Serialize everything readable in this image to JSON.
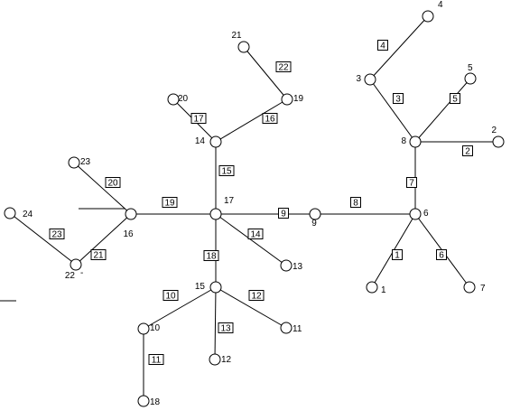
{
  "diagram": {
    "nodes": [
      {
        "id": "1",
        "label": "1"
      },
      {
        "id": "2",
        "label": "2"
      },
      {
        "id": "3",
        "label": "3"
      },
      {
        "id": "4",
        "label": "4"
      },
      {
        "id": "5",
        "label": "5"
      },
      {
        "id": "6",
        "label": "6"
      },
      {
        "id": "7",
        "label": "7"
      },
      {
        "id": "8",
        "label": "8"
      },
      {
        "id": "9",
        "label": "9"
      },
      {
        "id": "10",
        "label": "10"
      },
      {
        "id": "11",
        "label": "11"
      },
      {
        "id": "12",
        "label": "12"
      },
      {
        "id": "13",
        "label": "13"
      },
      {
        "id": "14",
        "label": "14"
      },
      {
        "id": "15",
        "label": "15"
      },
      {
        "id": "16",
        "label": "16"
      },
      {
        "id": "17",
        "label": "17"
      },
      {
        "id": "18",
        "label": "18"
      },
      {
        "id": "19",
        "label": "19"
      },
      {
        "id": "20",
        "label": "20"
      },
      {
        "id": "21",
        "label": "21"
      },
      {
        "id": "22",
        "label": "22"
      },
      {
        "id": "23",
        "label": "23"
      },
      {
        "id": "24",
        "label": "24"
      }
    ],
    "edges": [
      {
        "id": "1",
        "label": "1",
        "from": "6",
        "to": "1"
      },
      {
        "id": "2",
        "label": "2",
        "from": "8",
        "to": "2"
      },
      {
        "id": "3",
        "label": "3",
        "from": "8",
        "to": "3"
      },
      {
        "id": "4",
        "label": "4",
        "from": "3",
        "to": "4"
      },
      {
        "id": "5",
        "label": "5",
        "from": "8",
        "to": "5"
      },
      {
        "id": "6",
        "label": "6",
        "from": "6",
        "to": "7"
      },
      {
        "id": "7",
        "label": "7",
        "from": "6",
        "to": "8"
      },
      {
        "id": "8",
        "label": "8",
        "from": "9",
        "to": "6"
      },
      {
        "id": "9",
        "label": "9",
        "from": "17",
        "to": "9"
      },
      {
        "id": "10",
        "label": "10",
        "from": "15",
        "to": "10"
      },
      {
        "id": "11",
        "label": "11",
        "from": "10",
        "to": "18"
      },
      {
        "id": "12",
        "label": "12",
        "from": "15",
        "to": "11"
      },
      {
        "id": "13",
        "label": "13",
        "from": "15",
        "to": "12"
      },
      {
        "id": "14",
        "label": "14",
        "from": "17",
        "to": "13"
      },
      {
        "id": "15",
        "label": "15",
        "from": "17",
        "to": "14"
      },
      {
        "id": "16",
        "label": "16",
        "from": "14",
        "to": "19"
      },
      {
        "id": "17",
        "label": "17",
        "from": "14",
        "to": "20"
      },
      {
        "id": "18",
        "label": "18",
        "from": "17",
        "to": "15"
      },
      {
        "id": "19",
        "label": "19",
        "from": "16",
        "to": "17"
      },
      {
        "id": "20",
        "label": "20",
        "from": "16",
        "to": "23"
      },
      {
        "id": "21",
        "label": "21",
        "from": "16",
        "to": "22"
      },
      {
        "id": "22",
        "label": "22",
        "from": "19",
        "to": "21"
      },
      {
        "id": "23",
        "label": "23",
        "from": "22",
        "to": "24"
      }
    ]
  }
}
